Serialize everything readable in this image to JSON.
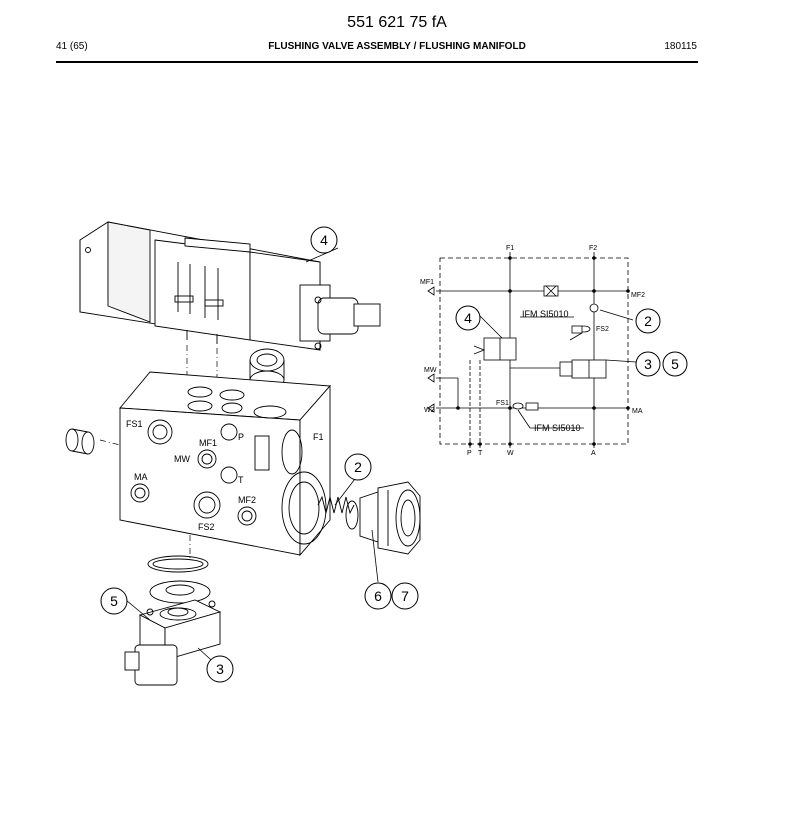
{
  "header": {
    "doc_number": "551 621 75 fA",
    "page_ref": "41 (65)",
    "title": "FLUSHING VALVE ASSEMBLY / FLUSHING MANIFOLD",
    "date": "180115"
  },
  "exploded_view": {
    "manifold_port_labels": {
      "fs1": "FS1",
      "p": "P",
      "mf1": "MF1",
      "f1": "F1",
      "mw": "MW",
      "t": "T",
      "ma": "MA",
      "mf2": "MF2",
      "fs2": "FS2"
    },
    "callouts": {
      "c4": "4",
      "c2": "2",
      "c6": "6",
      "c7": "7",
      "c5": "5",
      "c3": "3"
    }
  },
  "schematic": {
    "port_labels": {
      "f1": "F1",
      "f2": "F2",
      "mf1": "MF1",
      "mf2": "MF2",
      "fs2": "FS2",
      "mw": "MW",
      "w2": "W2",
      "fs1": "FS1",
      "ma": "MA",
      "p": "P",
      "t": "T",
      "w": "W",
      "a": "A"
    },
    "sensor_labels": {
      "top": "IFM SI5010",
      "bottom": "IFM SI5010"
    },
    "callouts": {
      "c4": "4",
      "c2": "2",
      "c3": "3",
      "c5": "5"
    }
  }
}
